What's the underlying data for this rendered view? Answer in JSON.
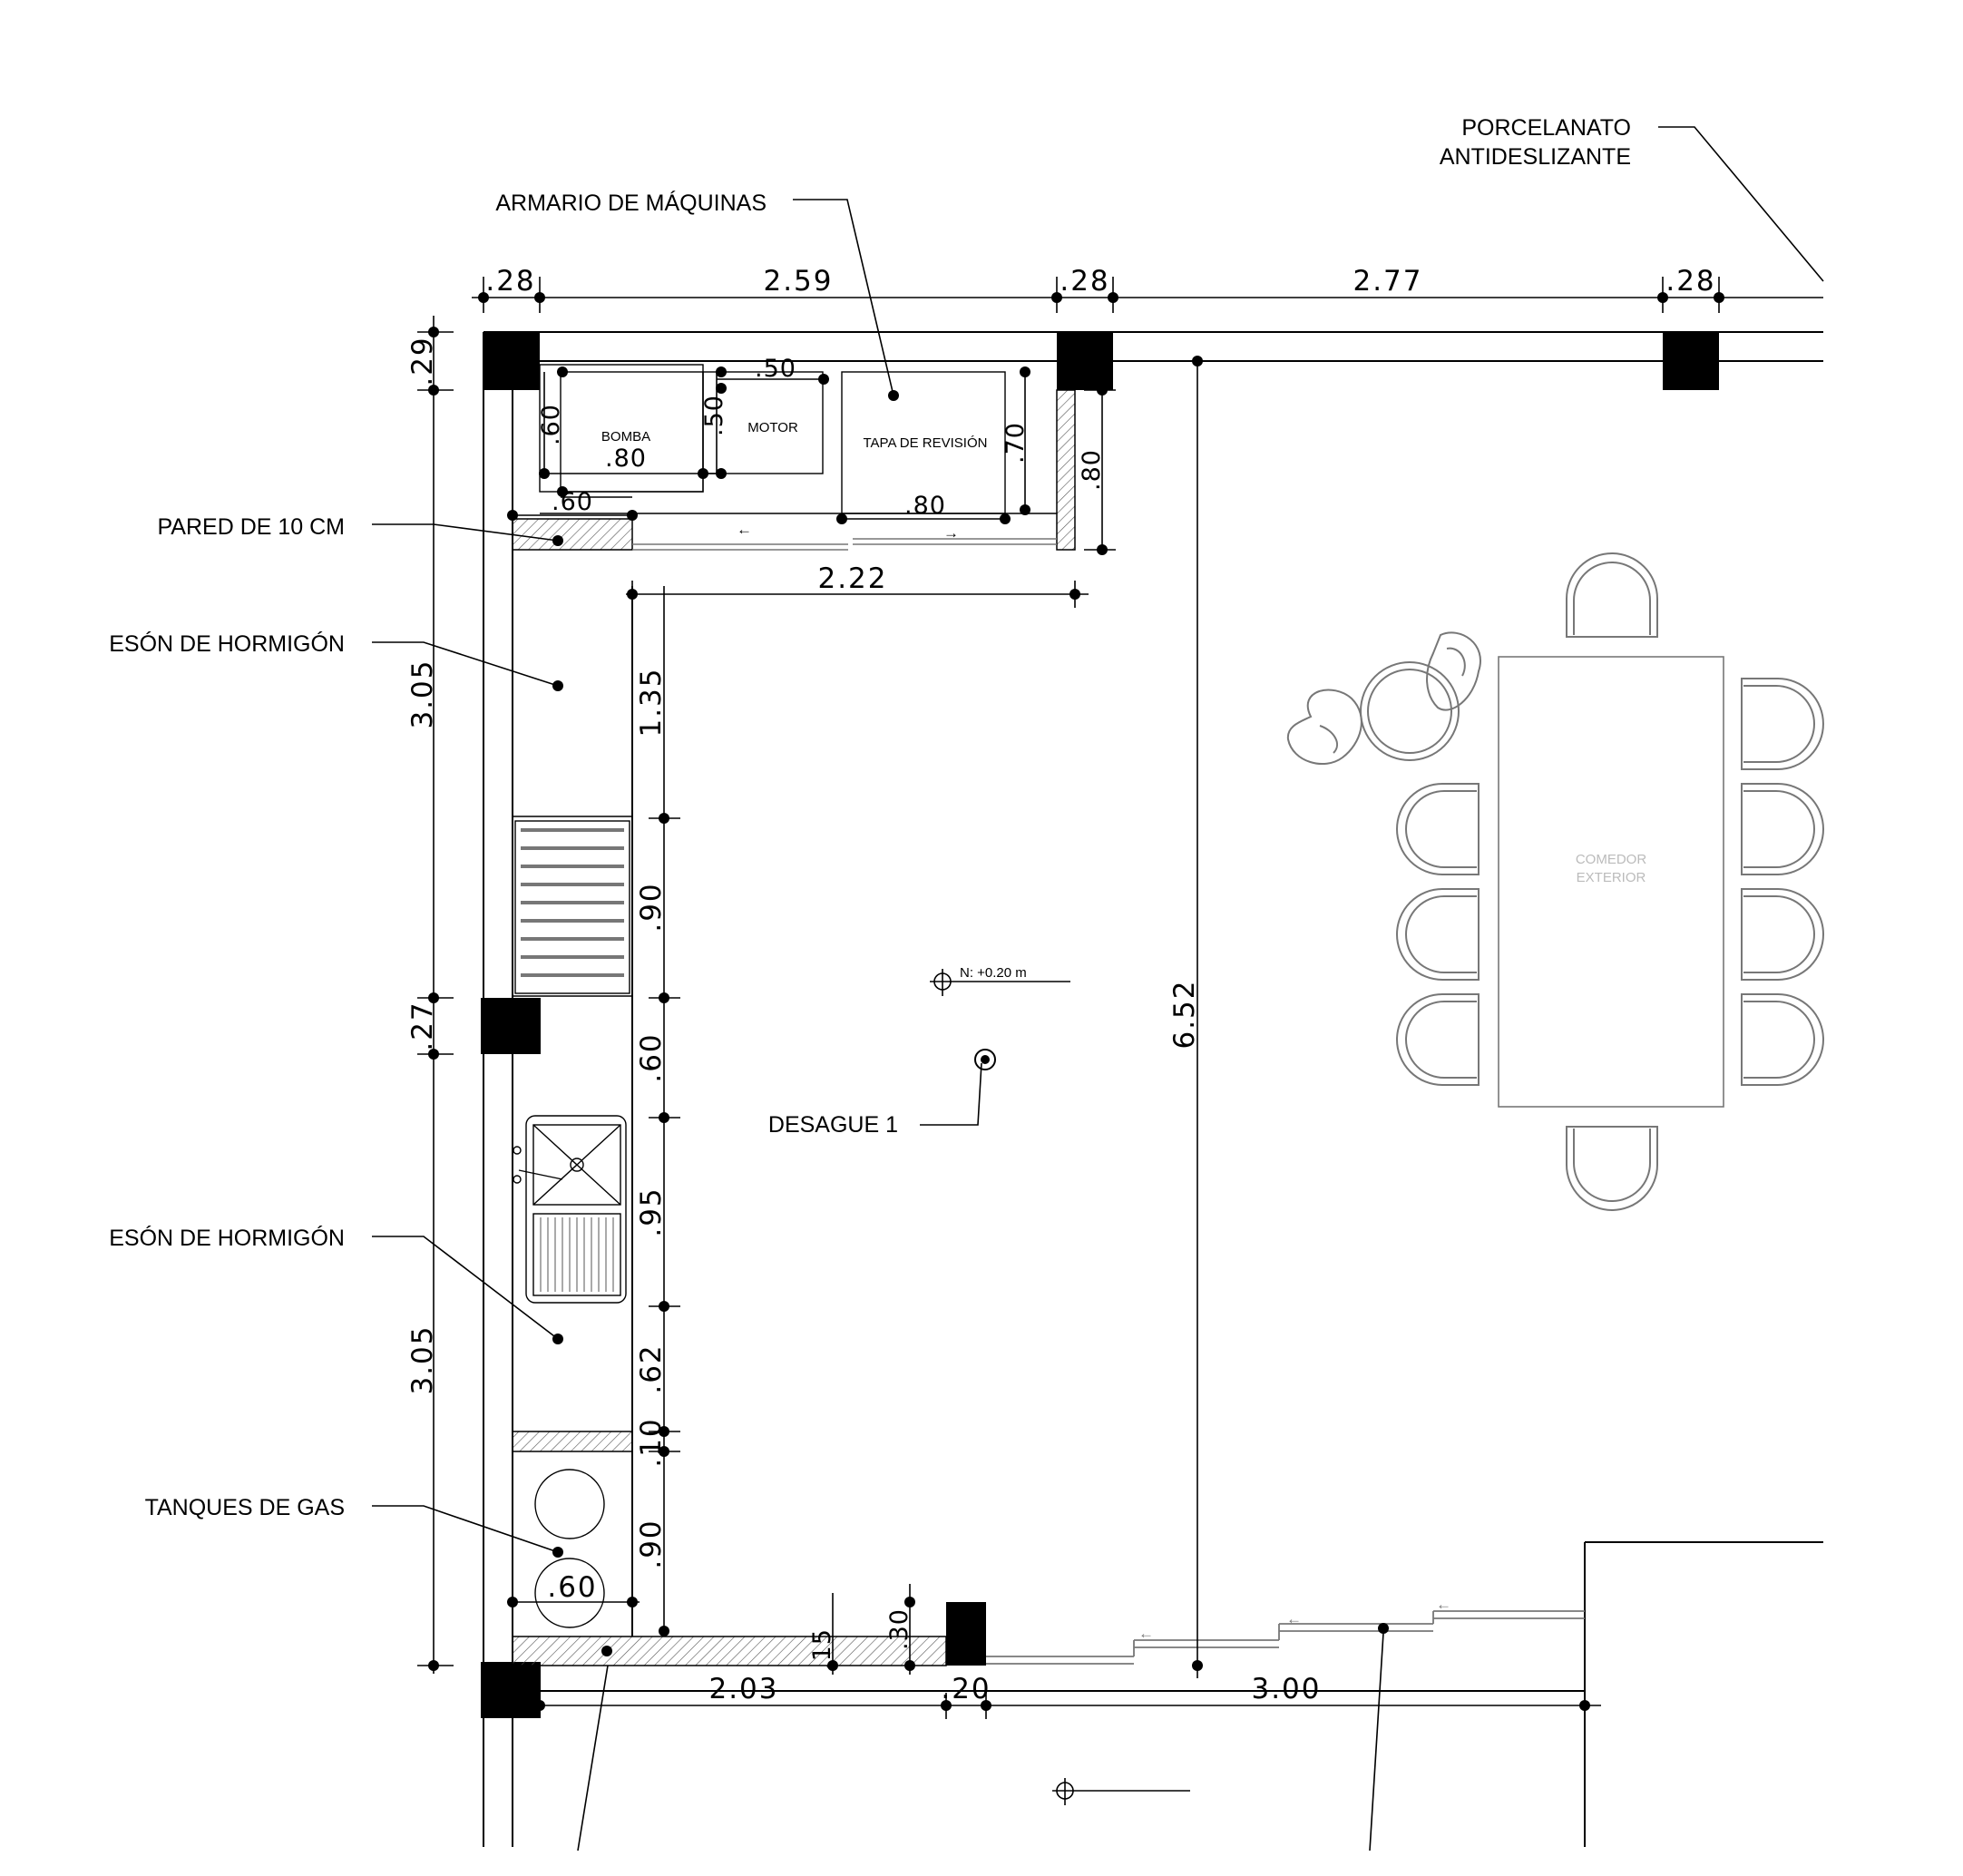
{
  "labels": {
    "porcelanato_1": "PORCELANATO",
    "porcelanato_2": "ANTIDESLIZANTE",
    "armario": "ARMARIO DE MÁQUINAS",
    "pared": "PARED DE 10 CM",
    "meson_1": "ESÓN DE HORMIGÓN",
    "meson_2": "ESÓN DE HORMIGÓN",
    "tanques": "TANQUES DE GAS",
    "desague": "DESAGUE 1",
    "bomba": "BOMBA",
    "motor": "MOTOR",
    "tapa": "TAPA DE REVISIÓN",
    "nivel": "N: +0.20 m",
    "comedor_1": "COMEDOR",
    "comedor_2": "EXTERIOR"
  },
  "dimensions": {
    "top_028_a": ".28",
    "top_259": "2.59",
    "top_028_b": ".28",
    "top_277": "2.77",
    "top_028_c": ".28",
    "left_029": ".29",
    "left_305_a": "3.05",
    "left_027": ".27",
    "left_305_b": "3.05",
    "bomba_060": ".60",
    "bomba_080": ".80",
    "bomba_060b": ".60",
    "motor_050h": ".50",
    "motor_050v": ".50",
    "tapa_070": ".70",
    "tapa_080": ".80",
    "wall_080": ".80",
    "d_222": "2.22",
    "d_135": "1.35",
    "d_090_a": ".90",
    "d_060": ".60",
    "d_095": ".95",
    "d_062": ".62",
    "d_010": ".10",
    "d_090_b": ".90",
    "gas_060": ".60",
    "d_652": "6.52",
    "d_015": ".15",
    "d_030": ".30",
    "bot_203": "2.03",
    "bot_020": ".20",
    "bot_300": "3.00"
  }
}
